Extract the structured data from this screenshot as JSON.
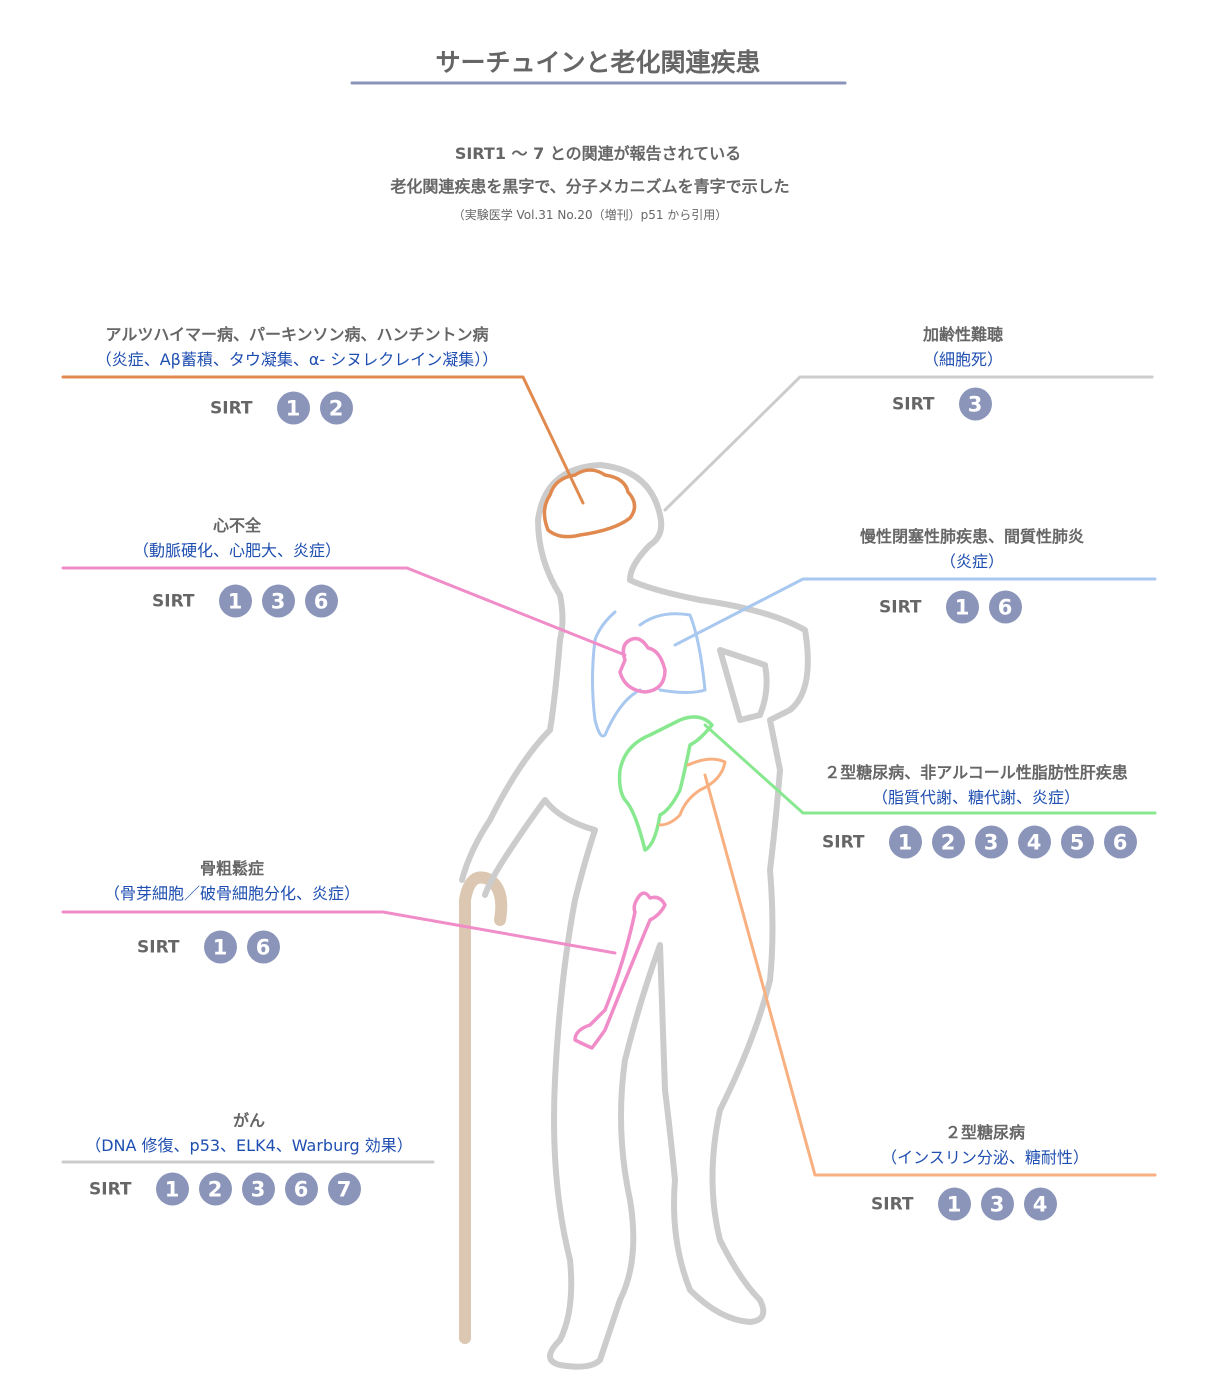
{
  "title": "サーチュインと老化関連疾患",
  "subtitle1": "SIRT1 ～ 7 との関連が報告されている",
  "subtitle2": "老化関連疾患を黒字で、分子メカニズムを青字で示した",
  "citation": "（実験医学 Vol.31 No.20（増刊）p51 から引用）",
  "sirt_label": "SIRT",
  "colors": {
    "badge": "#8b95ba",
    "mechanism": "#1f4fb0",
    "disease": "#666666"
  },
  "diseases": [
    {
      "name": "アルツハイマー病、パーキンソン病、ハンチントン病",
      "mechanism": "（炎症、Aβ蓄積、タウ凝集、α- シヌレクレイン凝集））",
      "sirt": [
        "1",
        "2"
      ]
    },
    {
      "name": "加齢性難聴",
      "mechanism": "（細胞死）",
      "sirt": [
        "3"
      ]
    },
    {
      "name": "心不全",
      "mechanism": "（動脈硬化、心肥大、炎症）",
      "sirt": [
        "1",
        "3",
        "6"
      ]
    },
    {
      "name": "慢性閉塞性肺疾患、間質性肺炎",
      "mechanism": "（炎症）",
      "sirt": [
        "1",
        "6"
      ]
    },
    {
      "name": "２型糖尿病、非アルコール性脂肪性肝疾患",
      "mechanism": "（脂質代謝、糖代謝、炎症）",
      "sirt": [
        "1",
        "2",
        "3",
        "4",
        "5",
        "6"
      ]
    },
    {
      "name": "骨粗鬆症",
      "mechanism": "（骨芽細胞／破骨細胞分化、炎症）",
      "sirt": [
        "1",
        "6"
      ]
    },
    {
      "name": "がん",
      "mechanism": "（DNA 修復、p53、ELK4、Warburg 効果）",
      "sirt": [
        "1",
        "2",
        "3",
        "6",
        "7"
      ]
    },
    {
      "name": "２型糖尿病",
      "mechanism": "（インスリン分泌、糖耐性）",
      "sirt": [
        "1",
        "3",
        "4"
      ]
    }
  ]
}
